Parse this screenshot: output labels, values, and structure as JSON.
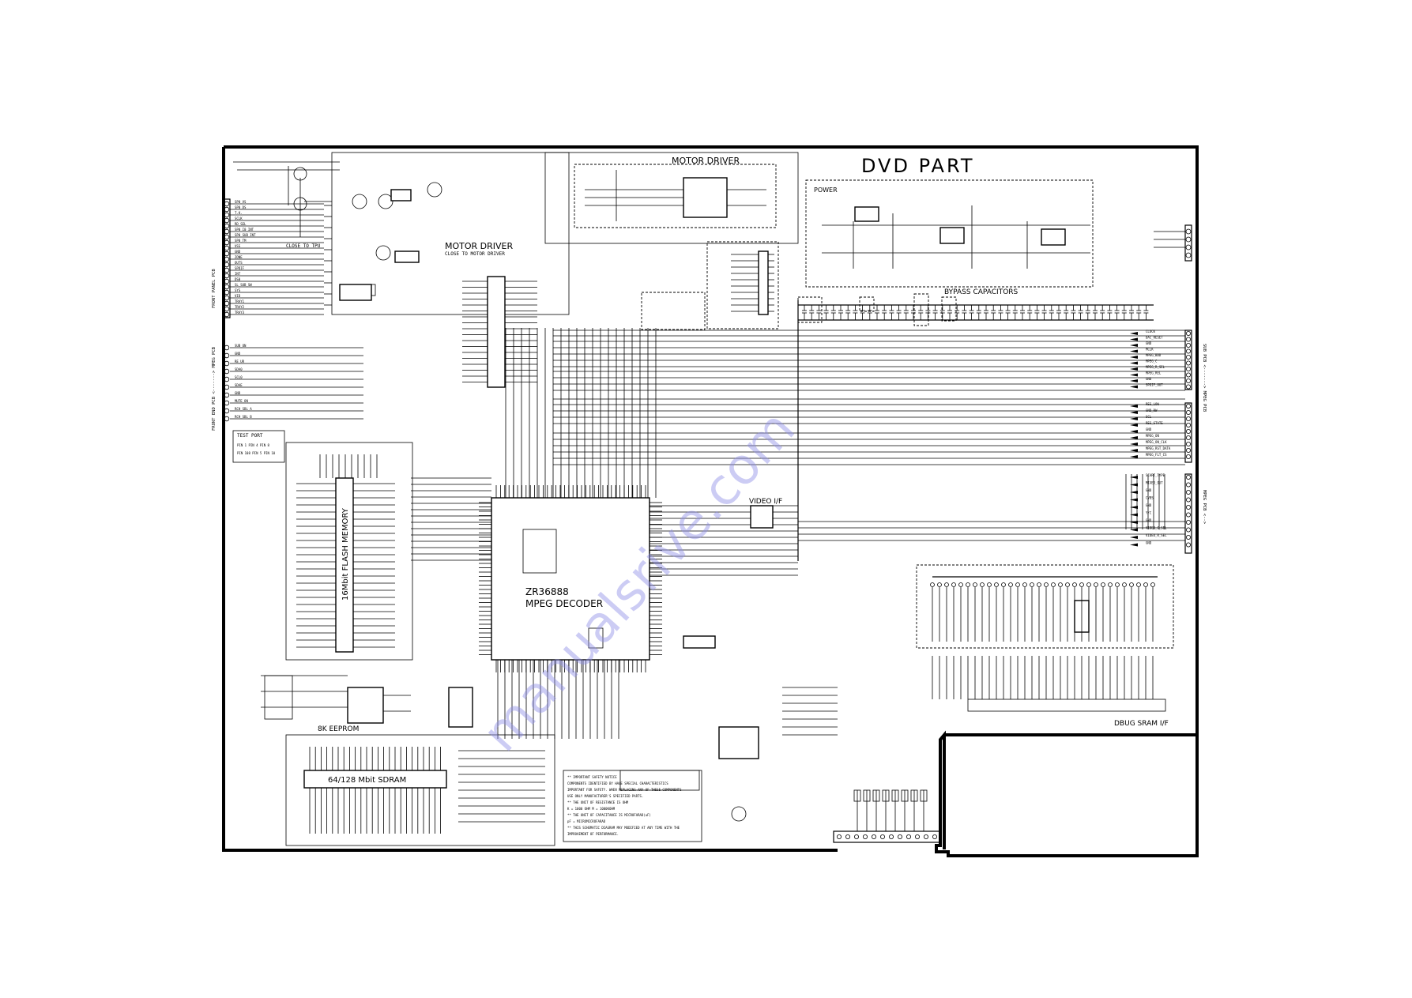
{
  "sheet": {
    "part_title": "DVD PART"
  },
  "blocks": {
    "motor_driver_top": "MOTOR DRIVER",
    "motor_driver_left": "MOTOR DRIVER",
    "motor_driver_note": "CLOSE TO MOTOR DRIVER",
    "close_to_tpu": "CLOSE TO TPU",
    "power": "POWER",
    "bypass_capacitors": "BYPASS CAPACITORS",
    "video_if": "VIDEO I/F",
    "decoder_part": "ZR36888",
    "decoder_name": "MPEG DECODER",
    "flash": "16Mbit FLASH MEMORY",
    "eeprom": "8K EEPROM",
    "sdram": "64/128 Mbit SDRAM",
    "dbug_sram": "DBUG SRAM I/F",
    "test_port": "TEST PORT"
  },
  "connectors": {
    "left_upper": "FRONT PANEL PCB",
    "left_lower": "FRONT END PCB <-------> MPEG PCB",
    "right_upper": "SUB PCB <-------> MPEG PCB",
    "right_lower": "MPEG PCB <-->"
  },
  "left_connector_pins": [
    "SP0_VS",
    "SP0_DS",
    "T.K.",
    "SCLK",
    "RD_SEL",
    "SP0_I0_INT",
    "SP0_SUB_INT",
    "SP0_TM",
    "VSS",
    "GND",
    "ZONE",
    "OUTS",
    "SPDIF",
    "INT",
    "DS0",
    "SL_SUB_SW",
    "SYS",
    "VID",
    "TRAY1",
    "TRAY2",
    "TRAY3"
  ],
  "left_lower_pins": [
    "SUB_ON",
    "GND",
    "RE_UR",
    "SDA0",
    "SCL0",
    "SDAE",
    "GND",
    "MUTE_ON",
    "RCH_SBL_A",
    "RCH_SBL_B"
  ],
  "right_upper_pins": [
    "CLOCK",
    "DAC_RESET",
    "GND",
    "MCLK",
    "MPEG_BDD",
    "MPEG_C",
    "MPEG_R_SEL",
    "MPEG_REL",
    "GND",
    "SPDIF_OUT"
  ],
  "right_mid_pins": [
    "RES_LOW",
    "GND_RW",
    "SCL",
    "RES_STATE",
    "GND",
    "MPEG_ON",
    "MPEG_ON_CLK",
    "MPEG_RST_DATA",
    "MPEG_FLT_CS"
  ],
  "right_lower_pins": [
    "SCART_TYPE",
    "MIXED_OUT",
    "GND",
    "CVBS",
    "GND",
    "Y/C",
    "GND",
    "VIDEO_C_SEL",
    "VIDEO_R_SEL",
    "GND"
  ],
  "notes": {
    "safety": [
      "** IMPORTANT SAFETY NOTICE",
      "COMPONENTS IDENTIFIED BY  HAVE SPECIAL CHARACTERISTICS",
      "IMPORTANT FOR SAFETY. WHEN REPLACING ANY OF THESE COMPONENTS",
      "USE ONLY MANUFACTURER'S SPECIFIED PARTS.",
      "** THE UNIT OF RESISTANCE IS OHM",
      "K = 1000 OHM  M = 1000KOHM",
      "** THE UNIT OF CAPACITANCE IS MICROFARAD(uF)",
      "pF = MICROMICROFARAD",
      "** THIS SCHEMATIC DIAGRAM MAY MODIFIED AT ANY TIME WITH THE",
      "IMPROVEMENT OF PERFORMANCE."
    ]
  },
  "watermark": "manualsrive.com"
}
